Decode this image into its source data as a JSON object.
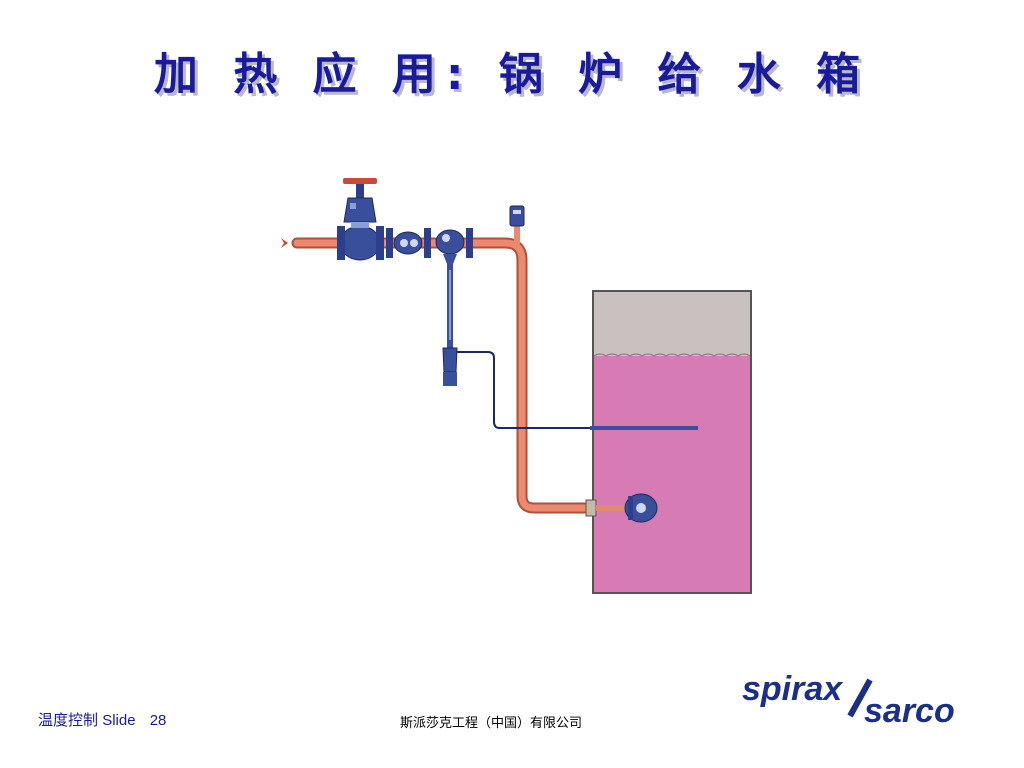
{
  "title": "加 热 应 用: 锅 炉 给 水 箱",
  "footer": {
    "course": "温度控制",
    "slide_label": "Slide",
    "slide_number": "28",
    "company": "斯派莎克工程（中国）有限公司"
  },
  "logo": {
    "line1": "spirax",
    "line2": "sarco"
  },
  "colors": {
    "title": "#1a1a9c",
    "pipe": "#e8806a",
    "valve": "#2b3f8c",
    "water": "#d878b4",
    "tank_air": "#c8c0c0",
    "logo": "#1a2f8a"
  }
}
